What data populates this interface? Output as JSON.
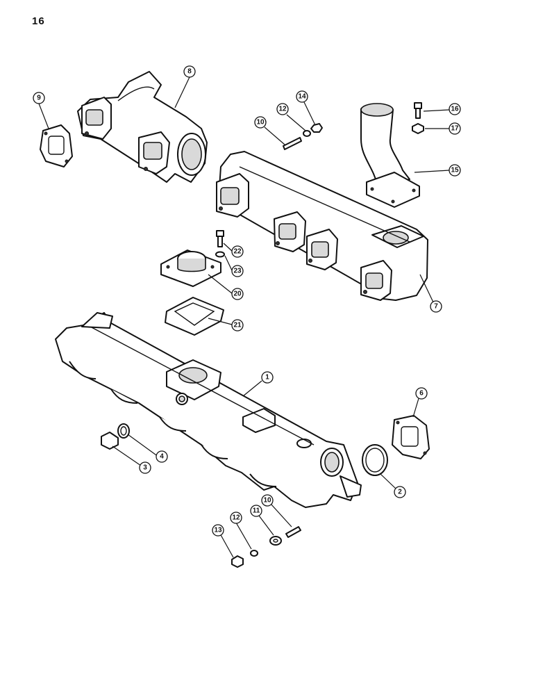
{
  "page": {
    "number": "16"
  },
  "callouts": [
    "1",
    "2",
    "3",
    "4",
    "6",
    "7",
    "8",
    "9",
    "10",
    "10",
    "11",
    "12",
    "12",
    "13",
    "14",
    "15",
    "16",
    "17",
    "20",
    "21",
    "22",
    "23"
  ]
}
